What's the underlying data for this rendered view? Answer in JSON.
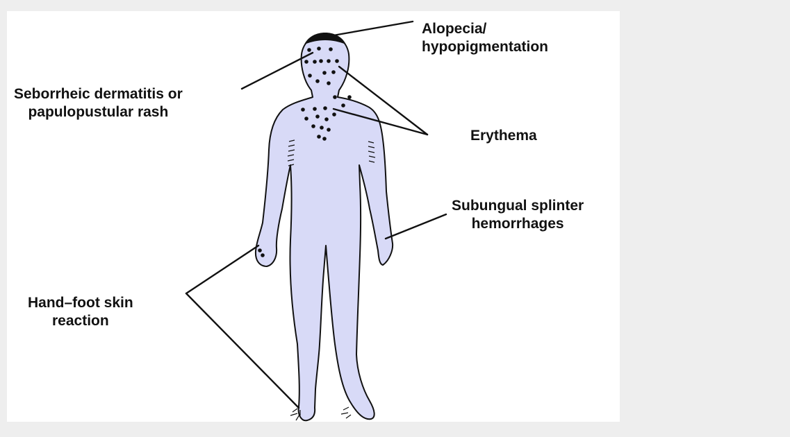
{
  "labels": {
    "alopecia": [
      "Alopecia/",
      "hypopigmentation"
    ],
    "seborrheic": [
      "Seborrheic dermatitis or",
      "papulopustular rash"
    ],
    "erythema": [
      "Erythema"
    ],
    "subungual": [
      "Subungual splinter",
      "hemorrhages"
    ],
    "hand_foot": [
      "Hand–foot skin",
      "reaction"
    ]
  },
  "colors": {
    "page_background": "#eeeeee",
    "panel_background": "#ffffff",
    "body_fill": "#d8daf7",
    "outline": "#111111",
    "text": "#111111"
  }
}
